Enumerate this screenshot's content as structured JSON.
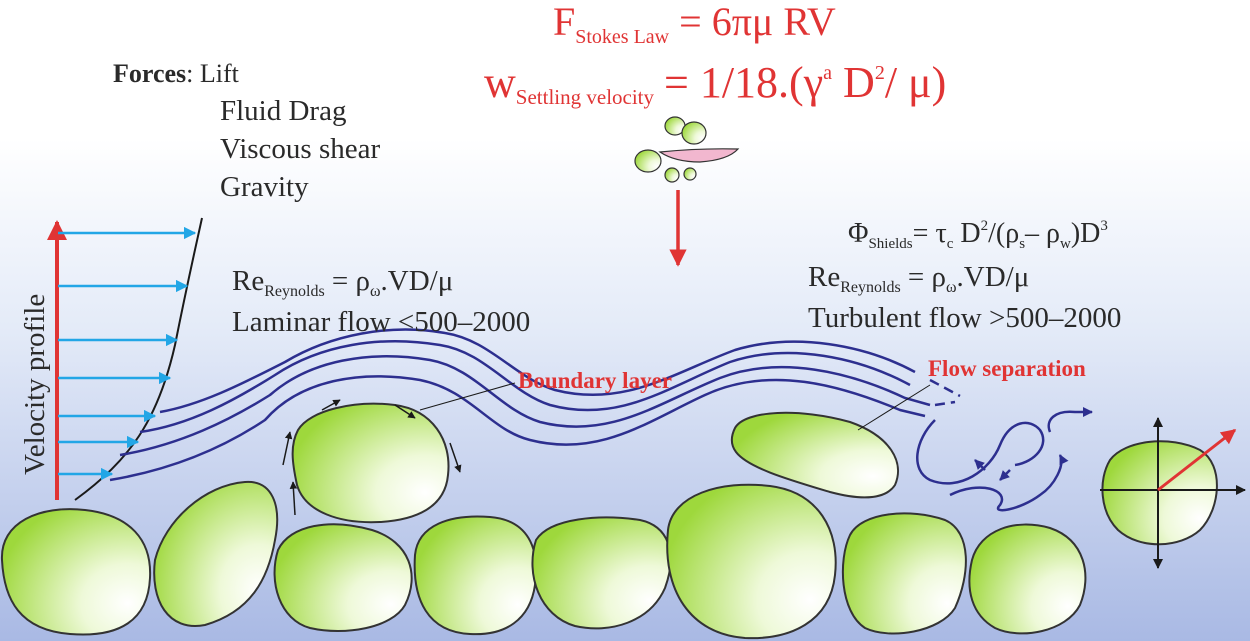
{
  "formulas": {
    "stokes_f": "F",
    "stokes_sub": "Stokes Law",
    "stokes_rhs": "= 6πμ RV",
    "settling_w": "w",
    "settling_sub": "Settling velocity",
    "settling_rhs_a": "= 1/18.(γ",
    "settling_rhs_sup1": "a",
    "settling_rhs_b": " D",
    "settling_rhs_sup2": "2",
    "settling_rhs_c": "/ μ)"
  },
  "forces": {
    "title": "Forces",
    "colon": ": ",
    "items": [
      "Lift",
      "Fluid Drag",
      "Viscous shear",
      "Gravity"
    ]
  },
  "left_flow": {
    "re_base": "Re",
    "re_sub": "Reynolds",
    "re_rhs_a": " = ρ",
    "re_rhs_sub": "ω",
    "re_rhs_b": ".VD/μ",
    "regime": "Laminar flow <500–2000"
  },
  "right_flow": {
    "phi_base": "Φ",
    "phi_sub": "Shields",
    "phi_rhs_a": "= τ",
    "phi_rhs_sub_c": "c",
    "phi_rhs_b": " D",
    "phi_rhs_sup2": "2",
    "phi_rhs_c": "/(ρ",
    "phi_rhs_sub_s": "s",
    "phi_rhs_d": "– ρ",
    "phi_rhs_sub_w": "w",
    "phi_rhs_e": ")D",
    "phi_rhs_sup3": "3",
    "re_base": "Re",
    "re_sub": "Reynolds",
    "re_rhs_a": " = ρ",
    "re_rhs_sub": "ω",
    "re_rhs_b": ".VD/μ",
    "regime": "Turbulent flow >500–2000"
  },
  "labels": {
    "boundary_layer": "Boundary layer",
    "flow_separation": "Flow separation",
    "velocity_profile": "Velocity profile"
  },
  "colors": {
    "water_top": "#ffffff",
    "water_bottom": "#a9b9e4",
    "grain_light": "#ffffff",
    "grain_dark": "#9ed83c",
    "streamline": "#2d2f8f",
    "profile_arrow": "#22a6e6",
    "accent_red": "#e03434"
  }
}
